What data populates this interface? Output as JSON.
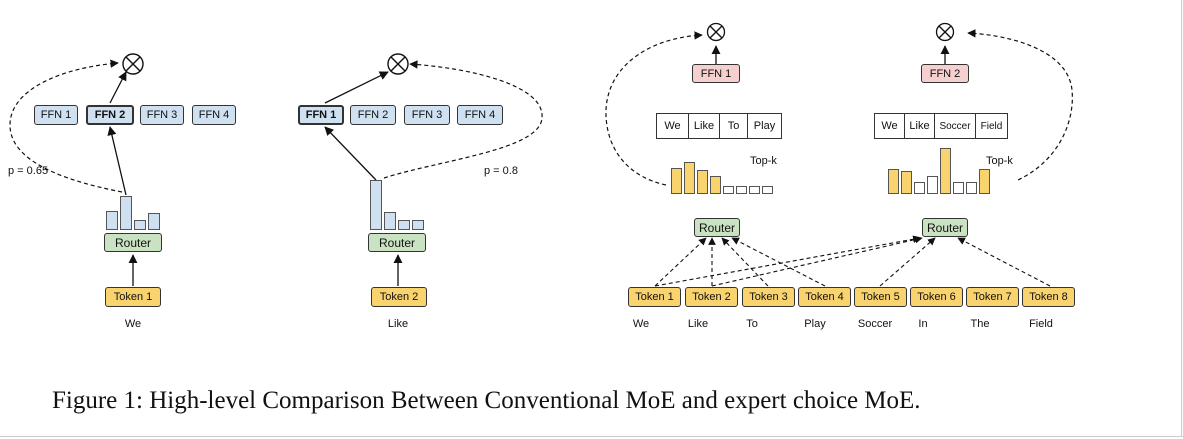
{
  "left_diagram": {
    "ffn_labels": [
      "FFN 1",
      "FFN 2",
      "FFN 3",
      "FFN 4"
    ],
    "probability_label": "p = 0.65",
    "router_label": "Router",
    "token_label": "Token 1",
    "word": "We",
    "gate_bars": [
      0.55,
      1.0,
      0.3,
      0.5
    ],
    "selected_expert": "FFN 2"
  },
  "middle_diagram": {
    "ffn_labels": [
      "FFN 1",
      "FFN 2",
      "FFN 3",
      "FFN 4"
    ],
    "probability_label": "p = 0.8",
    "router_label": "Router",
    "token_label": "Token 2",
    "word": "Like",
    "gate_bars": [
      1.0,
      0.35,
      0.2,
      0.2
    ],
    "selected_expert": "FFN 1"
  },
  "right_diagram": {
    "expert_1": {
      "ffn_label": "FFN 1",
      "sequence": [
        "We",
        "Like",
        "To",
        "Play"
      ],
      "topk_label": "Top-k",
      "router_label": "Router",
      "token_scores": [
        0.8,
        1.0,
        0.75,
        0.55,
        0.25,
        0.25,
        0.25,
        0.25
      ]
    },
    "expert_2": {
      "ffn_label": "FFN 2",
      "sequence": [
        "We",
        "Like",
        "Soccer",
        "Field"
      ],
      "topk_label": "Top-k",
      "router_label": "Router",
      "token_scores": [
        0.55,
        0.5,
        0.25,
        0.4,
        1.0,
        0.25,
        0.25,
        0.55
      ]
    },
    "tokens": [
      "Token 1",
      "Token 2",
      "Token 3",
      "Token 4",
      "Token 5",
      "Token 6",
      "Token 7",
      "Token 8"
    ],
    "words": [
      "We",
      "Like",
      "To",
      "Play",
      "Soccer",
      "In",
      "The",
      "Field"
    ]
  },
  "caption": "Figure 1: High-level Comparison Between Conventional MoE and expert choice MoE.",
  "colors": {
    "ffn_blue": "#cfe0f1",
    "ffn_red": "#f6cfcf",
    "router_green": "#c9e2c1",
    "token_yellow": "#f8d36e"
  }
}
